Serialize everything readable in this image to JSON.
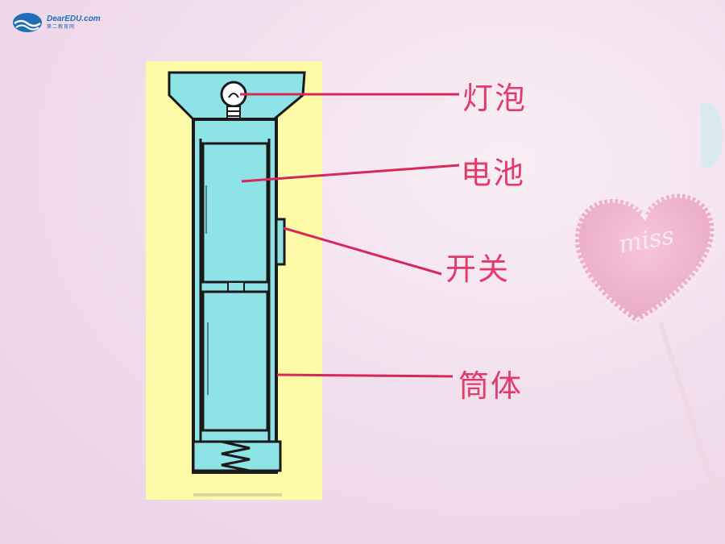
{
  "logo": {
    "name": "DearEDU.com",
    "sub": "第二教育网"
  },
  "labels": {
    "bulb": "灯泡",
    "battery": "电池",
    "switch": "开关",
    "tube": "筒体"
  },
  "decoration": {
    "lollipop_text": "miss"
  },
  "colors": {
    "label": "#e23c6a",
    "diagram_bg": "#fdfba8",
    "battery_fill": "#8ee3e6",
    "line": "#d8285a"
  }
}
